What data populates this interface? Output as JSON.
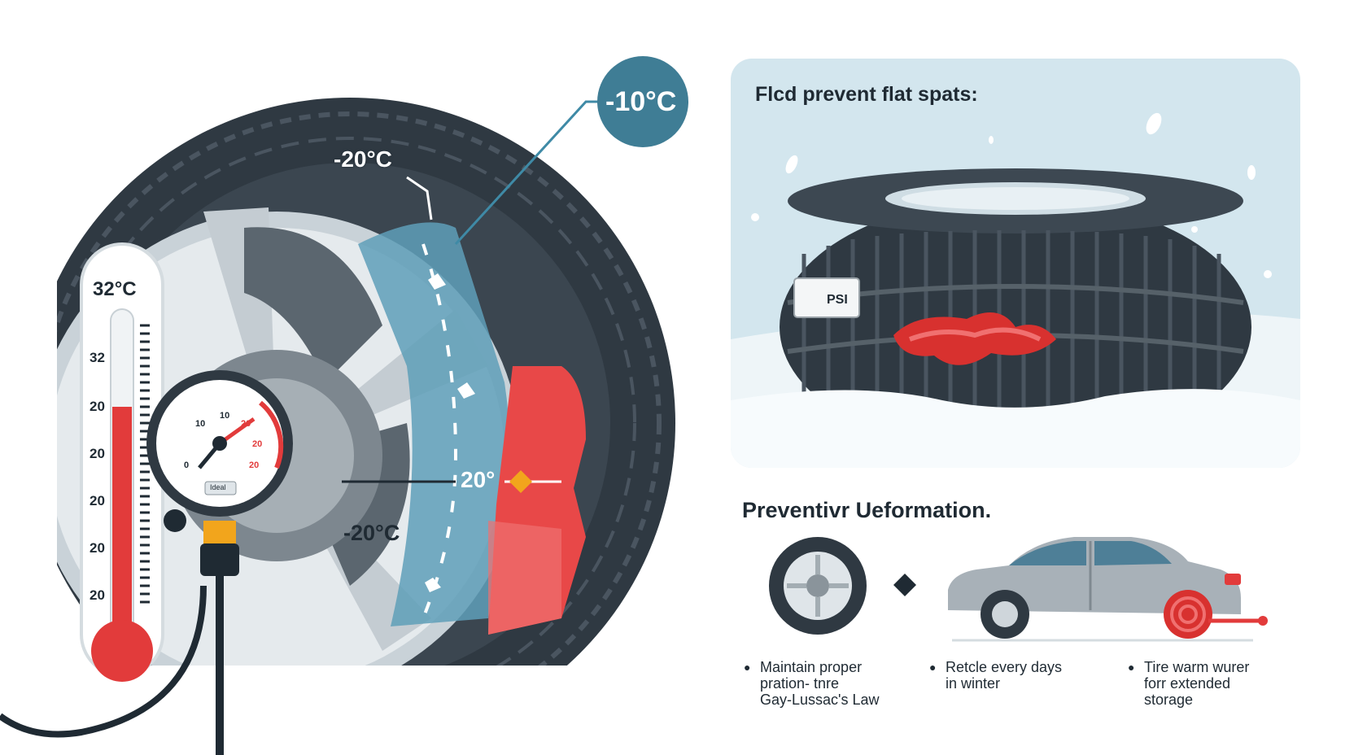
{
  "left_scene": {
    "callout_top": "-10°C",
    "label_upper": "-20°C",
    "label_lower": "-20°C",
    "label_mid": "20°",
    "thermometer": {
      "top_reading": "32°C",
      "scale": [
        "32",
        "20",
        "20",
        "20",
        "20",
        "20"
      ]
    },
    "gauge": {
      "dial_labels": [
        "10",
        "10",
        "20",
        "20",
        "20",
        "0"
      ],
      "ideal_label": "Ideal"
    }
  },
  "top_panel": {
    "title": "Flcd prevent flat spats:",
    "psi_label": "PSI"
  },
  "bottom_section": {
    "title": "Preventivr Ueformation.",
    "tips": [
      {
        "lines": [
          "Maintain proper",
          "pration- tnre",
          "Gay-Lussac's Law"
        ]
      },
      {
        "lines": [
          "Retcle every days",
          "in winter"
        ]
      },
      {
        "lines": [
          "Tire warm wurer",
          "forr extended",
          "storage"
        ]
      }
    ]
  },
  "colors": {
    "tire_dark": "#2f3942",
    "rim_light": "#dfe5e9",
    "accent_red": "#e23b3b",
    "accent_teal": "#3f8aa6",
    "panel_bg": "#d3e6ee"
  }
}
